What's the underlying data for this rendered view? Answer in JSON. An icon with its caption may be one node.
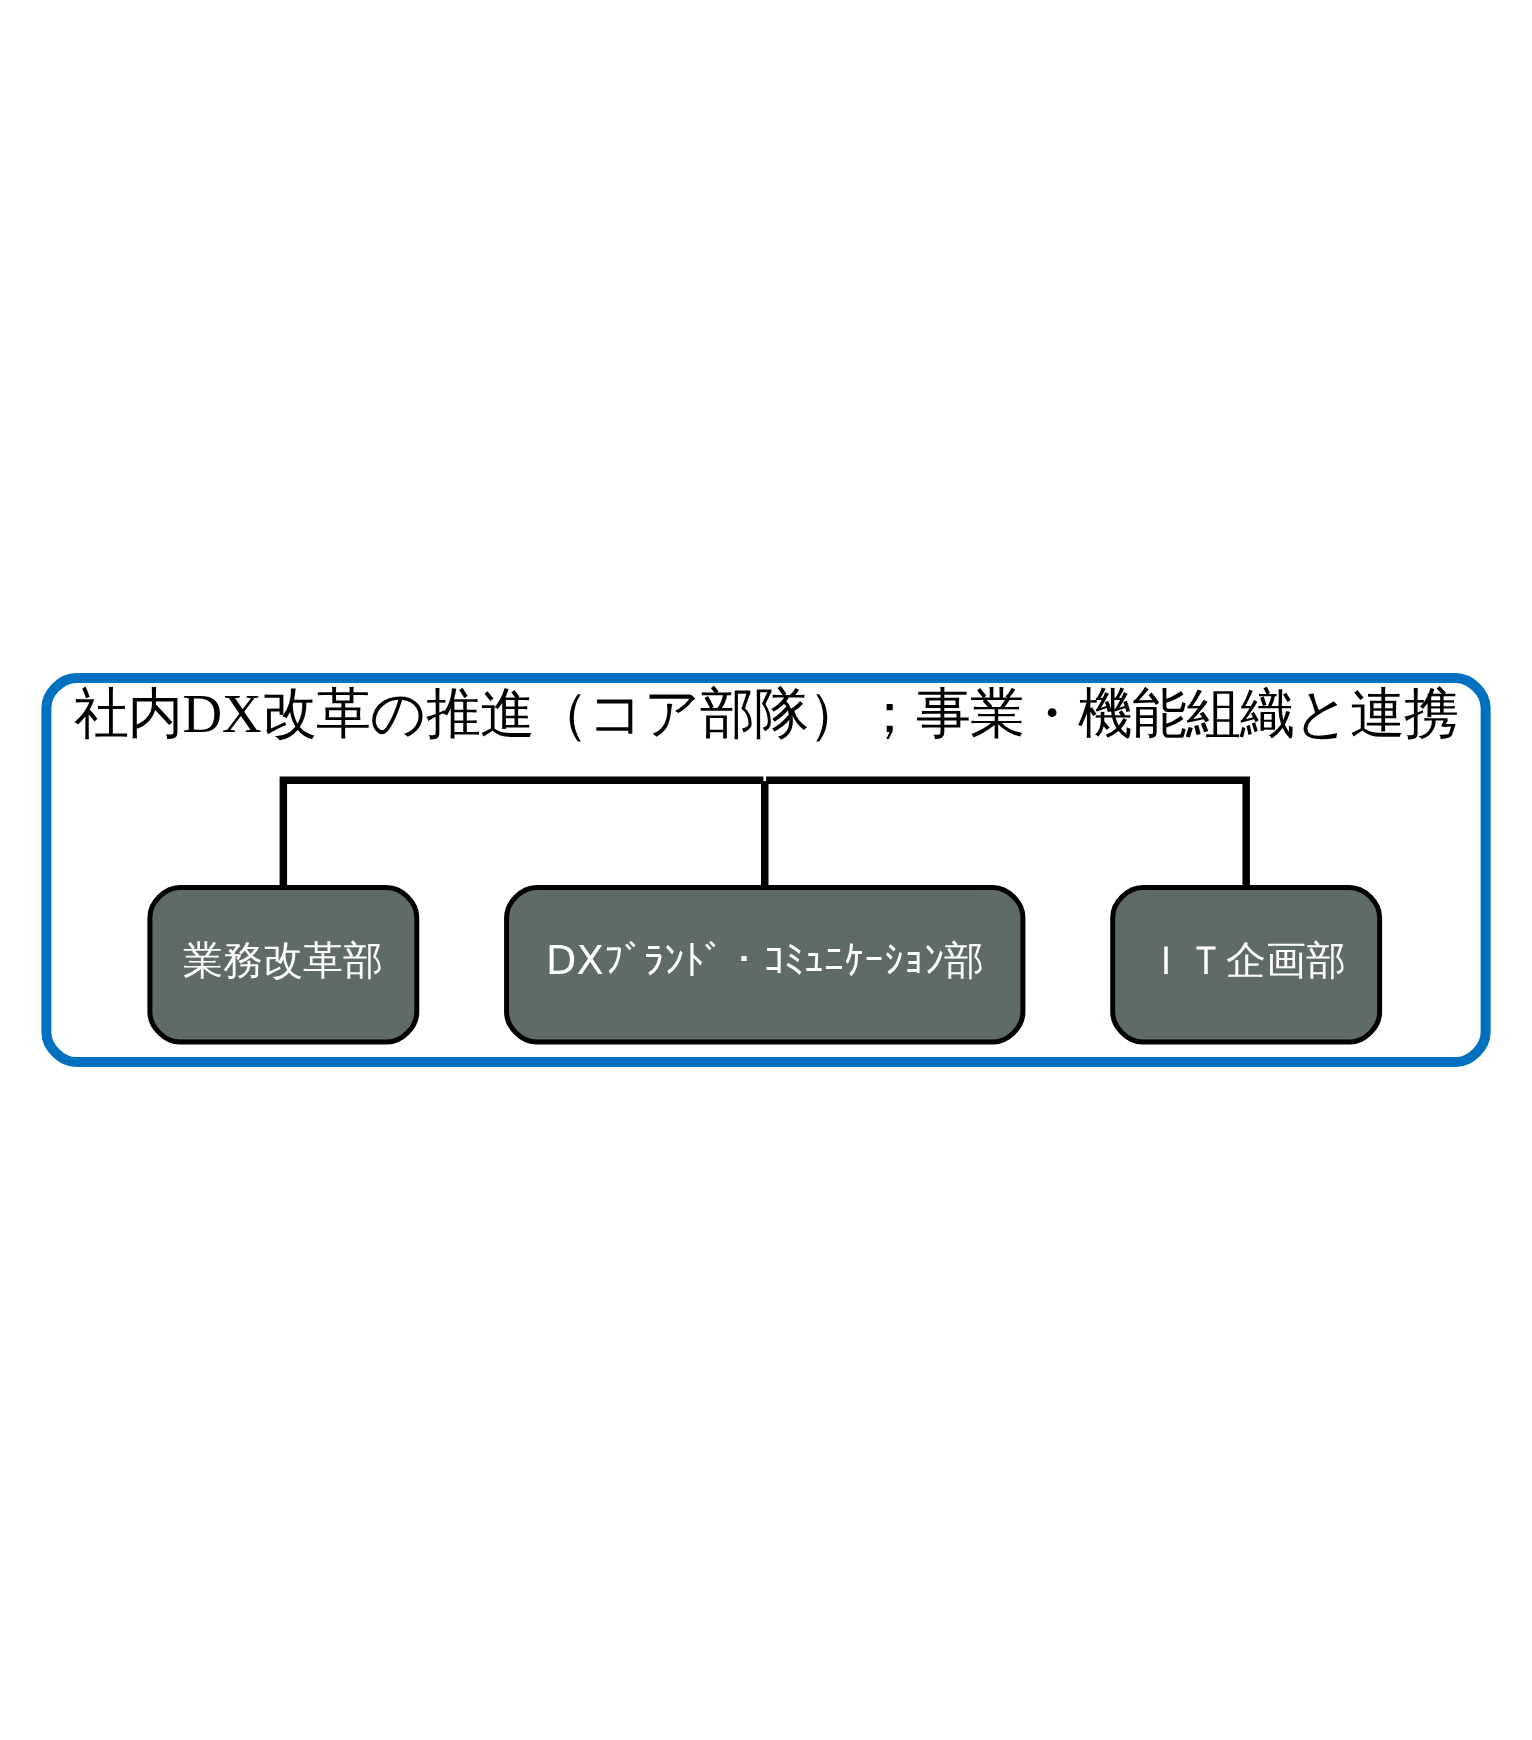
{
  "diagram": {
    "nodes": [
      {
        "text": [
          "社内DX改革の推進（コア部隊）；事業・機能組織と連携"
        ]
      },
      {
        "text": [
          "業務改革部"
        ],
        "in": 0
      },
      {
        "text": [
          "DXﾌﾞﾗﾝﾄﾞ・ｺﾐｭﾆｹｰｼｮﾝ部"
        ],
        "in": 0
      },
      {
        "text": [
          "ＩＴ企画部"
        ],
        "in": 0
      }
    ],
    "edges": [
      {
        "from": 0,
        "to": 1,
        "arrow": "none"
      },
      {
        "from": 0,
        "to": 2,
        "arrow": "none"
      },
      {
        "from": 0,
        "to": 3,
        "arrow": "none"
      }
    ]
  }
}
